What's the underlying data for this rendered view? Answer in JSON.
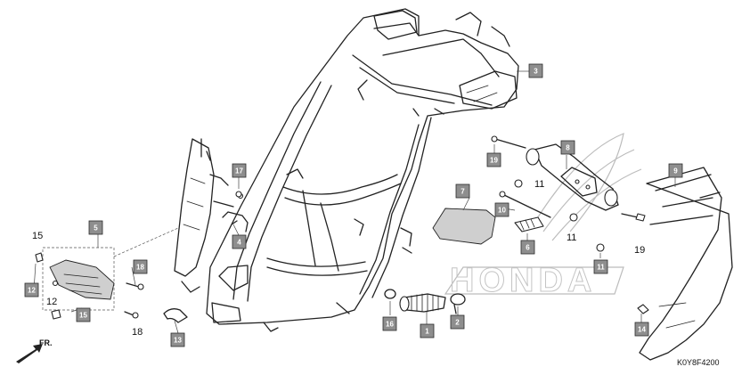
{
  "diagram": {
    "code": "K0Y8F4200",
    "watermark": "HONDA",
    "direction_label": "FR.",
    "boxed_labels": {
      "b1": "1",
      "b2": "2",
      "b3": "3",
      "b4": "4",
      "b5": "5",
      "b6": "6",
      "b7": "7",
      "b8": "8",
      "b9": "9",
      "b10": "10",
      "b11": "11",
      "b12": "12",
      "b13": "13",
      "b14": "14",
      "b15": "15",
      "b16": "16",
      "b17": "17",
      "b18": "18",
      "b19": "19"
    },
    "plain_labels": {
      "p11a": "11",
      "p11b": "11",
      "p12": "12",
      "p15": "15",
      "p18": "18",
      "p19": "19"
    }
  }
}
